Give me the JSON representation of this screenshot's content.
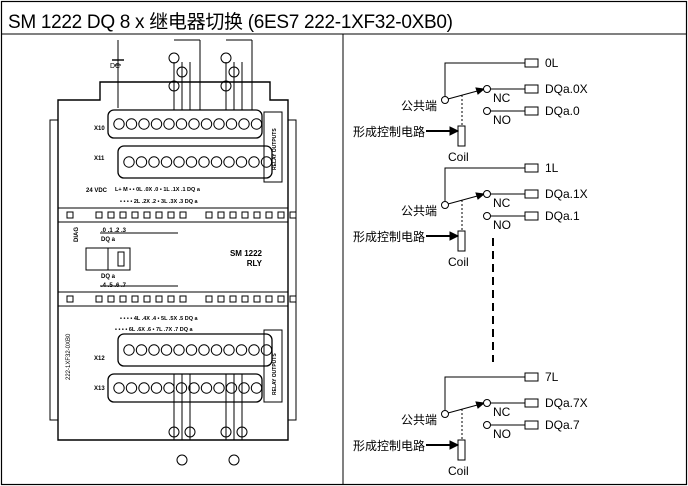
{
  "title": "SM 1222 DQ 8 x 继电器切换 (6ES7 222-1XF32-0XB0)",
  "device": {
    "dc_label": "DC",
    "x10": "X10",
    "x11": "X11",
    "x12": "X12",
    "x13": "X13",
    "vdc": "24 VDC",
    "top_row1": "L+ M   •   •  0L .0X .0  •  1L .1X .1 DQ a",
    "top_row2": "•  •  •  •  2L .2X .2  •  3L .3X .3 DQ a",
    "leds_top": ".0 .1 .2 .3",
    "dq_a_top": "DQ a",
    "diag": "DIAG",
    "model": "SM 1222",
    "model_sub": "RLY",
    "dq_a_bottom": "DQ a",
    "leds_bottom": ".4 .5 .6 .7",
    "bot_row1": "•  •  •  •  4L .4X .4  •  5L .5X .5 DQ a",
    "bot_row2": "•  •  •  •  6L .6X .6  •  7L .7X .7 DQ a",
    "relay_outputs": "RELAY OUTPUTS",
    "part_number": "222-1XF32-0XB0"
  },
  "schematic": {
    "blocks": [
      {
        "L": "0L",
        "NCout": "DQa.0X",
        "NOout": "DQa.0"
      },
      {
        "L": "1L",
        "NCout": "DQa.1X",
        "NOout": "DQa.1"
      },
      {
        "L": "7L",
        "NCout": "DQa.7X",
        "NOout": "DQa.7"
      }
    ],
    "common": "公共端",
    "control": "形成控制电路",
    "coil": "Coil",
    "nc": "NC",
    "no": "NO"
  }
}
